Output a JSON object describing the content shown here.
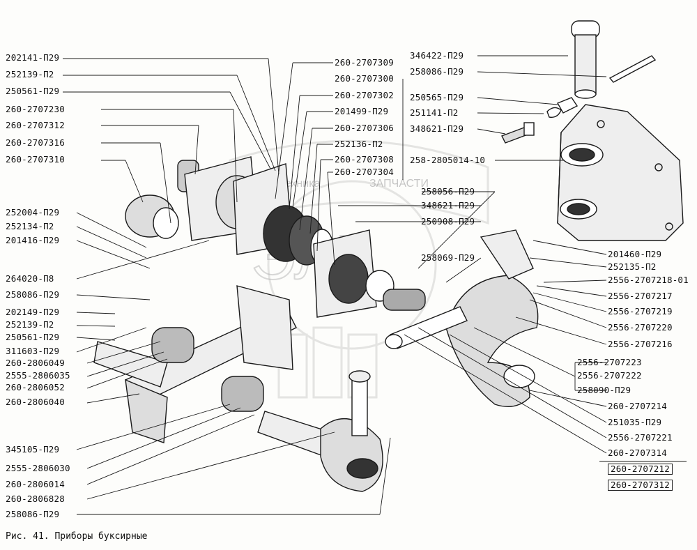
{
  "caption": "Рис. 41. Приборы буксирные",
  "watermark": {
    "line1": "Техника",
    "line2": "ЗАПЧАСТИ",
    "logo": "ЭЛГ"
  },
  "labels_left": [
    "202141-П29",
    "252139-П2",
    "250561-П29",
    "260-2707230",
    "260-2707312",
    "260-2707316",
    "260-2707310",
    "252004-П29",
    "252134-П2",
    "201416-П29",
    "264020-П8",
    "258086-П29",
    "202149-П29",
    "252139-П2",
    "250561-П29",
    "311603-П29",
    "260-2806049",
    "2555-2806035",
    "260-2806052",
    "260-2806040",
    "345105-П29",
    "2555-2806030",
    "260-2806014",
    "260-2806828",
    "258086-П29"
  ],
  "labels_center": [
    "260-2707309",
    "260-2707300",
    "260-2707302",
    "201499-П29",
    "260-2707306",
    "252136-П2",
    "260-2707308",
    "260-2707304"
  ],
  "labels_right": [
    "346422-П29",
    "258086-П29",
    "250565-П29",
    "251141-П2",
    "348621-П29",
    "258-2805014-10",
    "258056-П29",
    "348621-П29",
    "250908-П29",
    "258069-П29",
    "201460-П29",
    "252135-П2",
    "2556-2707218-01",
    "2556-2707217",
    "2556-2707219",
    "2556-2707220",
    "2556-2707216",
    "2556-2707223",
    "2556-2707222",
    "258090-П29",
    "260-2707214",
    "251035-П29",
    "2556-2707221",
    "260-2707314",
    "260-2707212",
    "260-2707312"
  ]
}
